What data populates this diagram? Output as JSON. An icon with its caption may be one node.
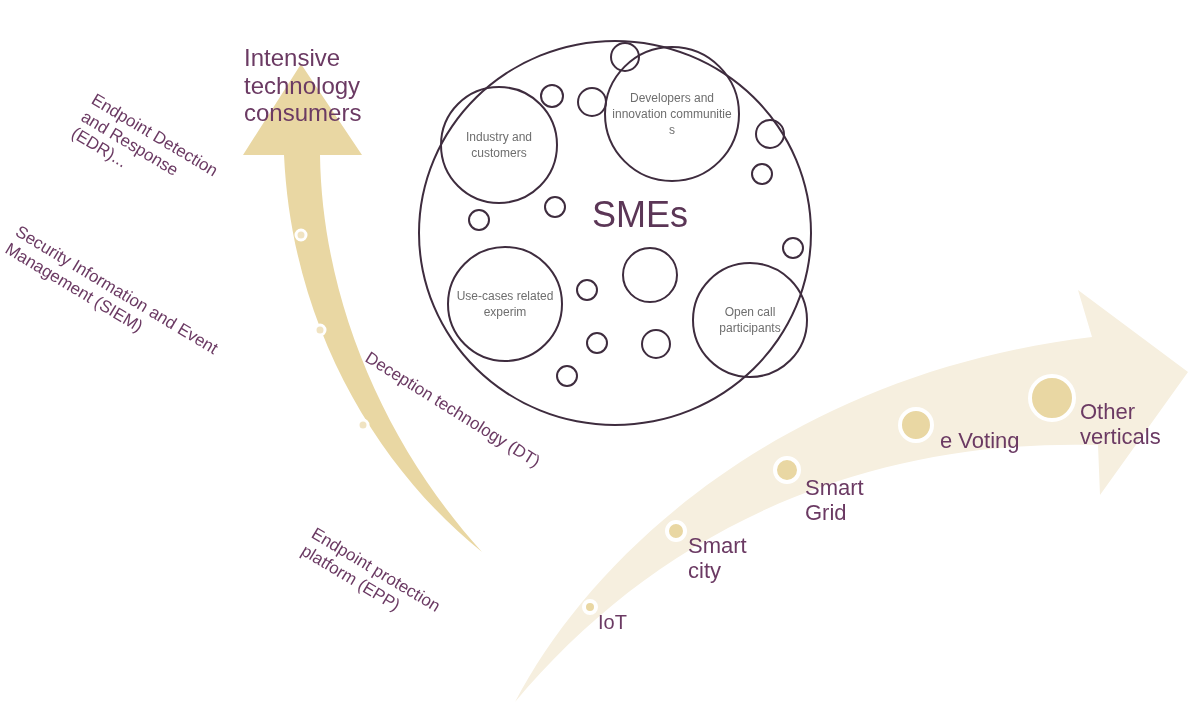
{
  "diagram": {
    "nodes": [
      {
        "text": [
          "SMEs"
        ]
      },
      {
        "text": [
          "Industry and customers"
        ],
        "in": 0
      },
      {
        "text": [
          "Developers and innovation communitie s"
        ],
        "in": 0
      },
      {
        "text": [
          "Use-cases related experim"
        ],
        "in": 0
      },
      {
        "text": [
          "Open call participants"
        ],
        "in": 0
      },
      {
        "text": [],
        "shape": "circle",
        "in": 0
      },
      {
        "text": [],
        "shape": "circle",
        "in": 0
      },
      {
        "text": [],
        "shape": "circle",
        "in": 0
      },
      {
        "text": [],
        "shape": "circle",
        "in": 0
      },
      {
        "text": [],
        "shape": "circle",
        "in": 0
      },
      {
        "text": [],
        "shape": "circle",
        "in": 0
      },
      {
        "text": [],
        "shape": "circle",
        "in": 0
      },
      {
        "text": [],
        "shape": "circle",
        "in": 0
      },
      {
        "text": [],
        "shape": "circle",
        "in": 0
      },
      {
        "text": [],
        "shape": "circle",
        "in": 0
      },
      {
        "text": [],
        "shape": "circle",
        "in": 0
      },
      {
        "text": [],
        "shape": "circle",
        "in": 0
      },
      {
        "text": [],
        "shape": "circle",
        "in": 0
      }
    ],
    "labels": [
      "Intensive technology consumers",
      "Endpoint Detection and Response (EDR)...",
      "Security Information and Event Management (SIEM)",
      "Deception technology (DT)",
      "Endpoint protection platform (EPP)",
      "IoT",
      "Smart city",
      "Smart Grid",
      "e Voting",
      "Other verticals"
    ]
  }
}
